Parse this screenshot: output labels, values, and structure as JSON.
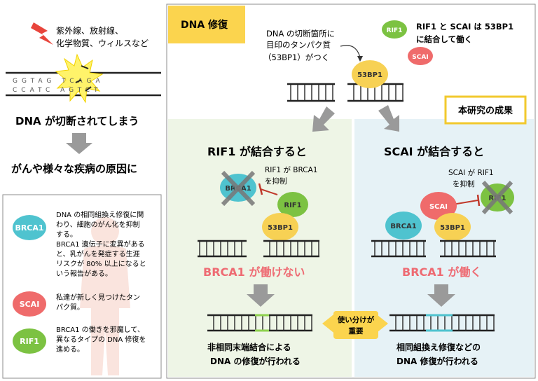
{
  "cause": {
    "agents_line1": "紫外線、放射線、",
    "agents_line2": "化学物質、ウィルスなど",
    "seq_top": "GGTAG TCAGA",
    "seq_bottom": "CCATC AGTCT",
    "damage_text": "DNA が切断されてしまう",
    "result_text": "がんや様々な疾病の原因に"
  },
  "legend": {
    "items": [
      {
        "name": "BRCA1",
        "color": "#4fc3cf",
        "lines": [
          "DNA の相同組換え修復に関",
          "わり、細胞のがん化を抑制",
          "する。",
          "BRCA1 遺伝子に変異がある",
          "と、乳がんを発症する生涯",
          "リスクが 80% 以上になると",
          "いう報告がある。"
        ]
      },
      {
        "name": "SCAI",
        "color": "#ef6b6b",
        "lines": [
          "私達が新しく見つけたタン",
          "パク質。"
        ]
      },
      {
        "name": "RIF1",
        "color": "#7cc242",
        "lines": [
          "BRCA1 の働きを邪魔して、",
          "異なるタイプの DNA 修復を",
          "進める。"
        ]
      }
    ]
  },
  "repair": {
    "title": "DNA 修復",
    "marker_line1": "DNA の切断箇所に",
    "marker_line2": "目印のタンパク質",
    "marker_line3": "（53BP1）がつく",
    "bp1_label": "53BP1",
    "rif1_label": "RIF1",
    "scai_label": "SCAI",
    "binding_line1": "RIF1 と SCAI は 53BP1",
    "binding_line2": "に結合して働く",
    "result_badge": "本研究の成果"
  },
  "left_path": {
    "heading": "RIF1 が結合すると",
    "note_line1": "RIF1 が BRCA1",
    "note_line2": "を抑制",
    "brca1_label": "BRCA1",
    "rif1_label": "RIF1",
    "bp1_label": "53BP1",
    "status": "BRCA1 が働けない",
    "outcome_line1": "非相同末端結合による",
    "outcome_line2": "DNA の修復が行われる"
  },
  "right_path": {
    "heading": "SCAI が結合すると",
    "note_line1": "SCAI が RIF1",
    "note_line2": "を抑制",
    "scai_label": "SCAI",
    "rif1_label": "RIF1",
    "brca1_label": "BRCA1",
    "bp1_label": "53BP1",
    "status": "BRCA1 が働く",
    "outcome_line1": "相同組換え修復などの",
    "outcome_line2": "DNA 修復が行われる"
  },
  "center_badge": {
    "line1": "使い分けが",
    "line2": "重要"
  }
}
